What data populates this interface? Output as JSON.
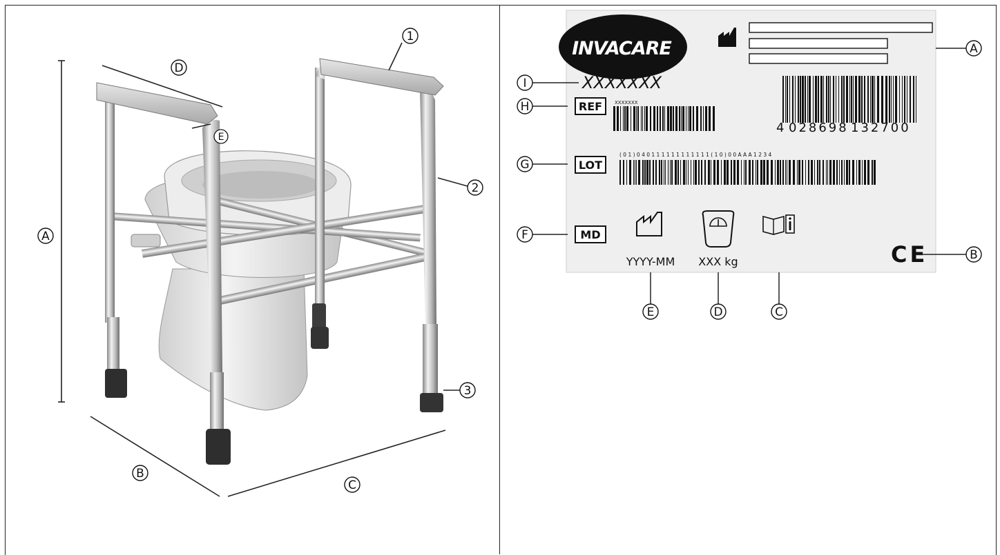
{
  "frame_callouts": {
    "part_1": "1",
    "part_2": "2",
    "part_3": "3",
    "dim_a": "A",
    "dim_b": "B",
    "dim_c": "C",
    "dim_d": "D",
    "dim_e": "E"
  },
  "label": {
    "brand": "INVACARE",
    "serial": "XXXXXXX",
    "ref_box": "REF",
    "ref_small": "XXXXXXX",
    "lot_box": "LOT",
    "lot_digits": "( 0 1 ) 0 4 0 1 1 1 1 1 1 1 1 1 1 1 1 ( 1 0 ) 0 0 A A A 1 2 3 4",
    "ean_first": "4",
    "ean_left": "028698",
    "ean_right": "132700",
    "md_box": "MD",
    "date_text": "YYYY-MM",
    "weight_text": "XXX kg",
    "ce_mark": "CE",
    "callouts": {
      "a": "A",
      "b": "B",
      "c": "C",
      "d": "D",
      "e": "E",
      "f": "F",
      "g": "G",
      "h": "H",
      "i": "I"
    }
  }
}
